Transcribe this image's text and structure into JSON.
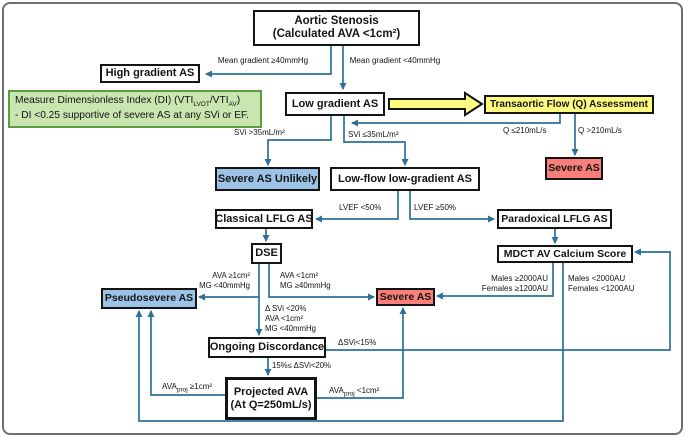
{
  "title": "Low-gradient aortic stenosis assessment flowchart",
  "colors": {
    "line": "#2d7198",
    "yellow_fill": "#fdfc7f",
    "green_fill": "#c9e6b1",
    "green_border": "#5d9c3e",
    "red_fill": "#f9807a",
    "blue_fill": "#9cc3e5"
  },
  "boxes": {
    "aortic_stenosis": {
      "line1": "Aortic Stenosis",
      "line2": "(Calculated AVA <1cm²)"
    },
    "high_gradient": {
      "label": "High gradient AS"
    },
    "low_gradient": {
      "label": "Low gradient AS"
    },
    "transaortic_flow": {
      "label": "Transaortic Flow (Q) Assessment"
    },
    "severe_as_top": {
      "label": "Severe AS"
    },
    "severe_as_unlikely": {
      "label": "Severe AS Unlikely"
    },
    "low_flow_low_gradient": {
      "label": "Low-flow low-gradient AS"
    },
    "classical_lflg": {
      "label": "Classical LFLG AS"
    },
    "paradoxical_lflg": {
      "label": "Paradoxical LFLG AS"
    },
    "dse": {
      "label": "DSE"
    },
    "mdct": {
      "label": "MDCT AV Calcium Score"
    },
    "pseudosevere": {
      "label": "Pseudosevere AS"
    },
    "severe_as_mid": {
      "label": "Severe AS"
    },
    "ongoing_discordance": {
      "label": "Ongoing Discordance"
    },
    "projected_ava": {
      "line1": "Projected AVA",
      "line2": "(At Q=250mL/s)"
    }
  },
  "note": {
    "part1": "Measure Dimensionless Index (DI) (VTI",
    "sub1": "LVOT",
    "part2": "/VTI",
    "sub2": "AV",
    "part3": ")",
    "line2": "- DI <0.25 supportive of severe AS at any SVi or EF."
  },
  "edge_labels": {
    "mean_gradient_ge": "Mean gradient ≥40mmHg",
    "mean_gradient_lt": "Mean gradient <40mmHg",
    "svi_gt": "SVi >35mL/m²",
    "svi_le": "SVi ≤35mL/m²",
    "q_le": "Q ≤210mL/s",
    "q_gt": "Q >210mL/s",
    "lvef_lt": "LVEF <50%",
    "lvef_ge": "LVEF ≥50%",
    "dse_to_pseudosevere": "AVA ≥1cm²\nMG <40mmHg",
    "dse_to_severe": "AVA <1cm²\nMG ≥40mmHg",
    "dse_to_discordance": "Δ SVi <20%\nAVA <1cm²\nMG <40mmHg",
    "dsvi_lt15": "ΔSVi<15%",
    "dsvi_15_20": "15%≤ ΔSVi<20%",
    "ava_proj_ge": {
      "base": "AVA",
      "sub": "proj",
      "rest": " ≥1cm²"
    },
    "ava_proj_lt": {
      "base": "AVA",
      "sub": "proj",
      "rest": " <1cm²"
    },
    "mdct_to_severe": "Males ≥2000AU\nFemales ≥1200AU",
    "mdct_to_pseudosevere": "Males <2000AU\nFemales <1200AU"
  }
}
